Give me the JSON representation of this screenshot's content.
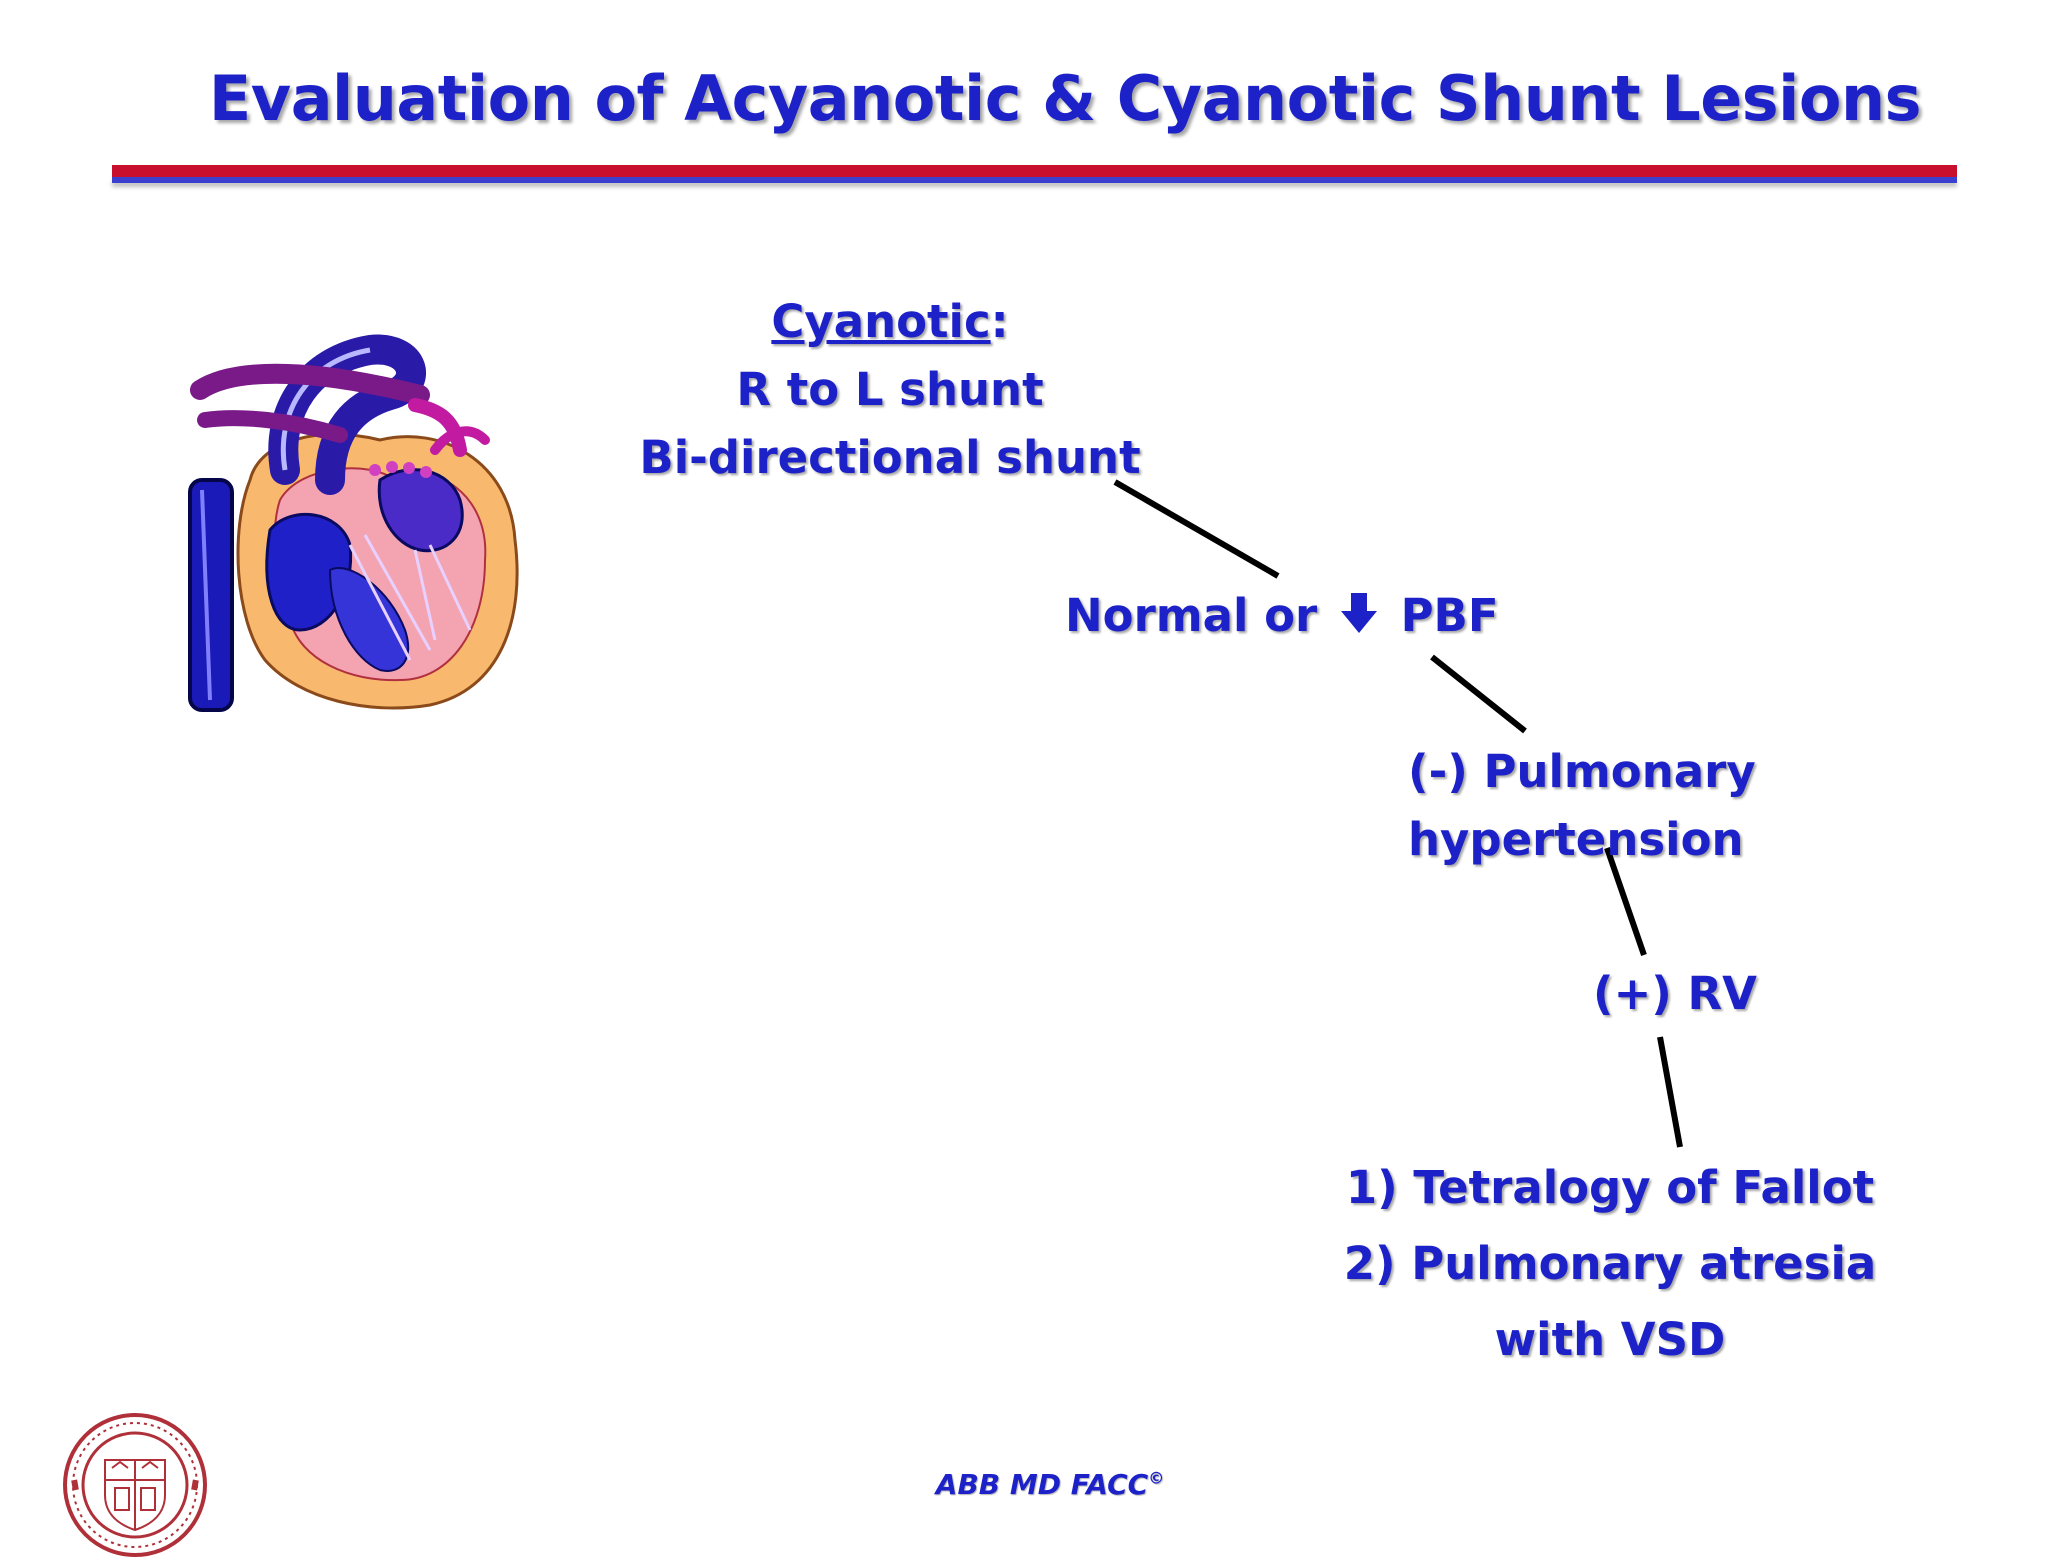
{
  "title": "Evaluation of Acyanotic & Cyanotic Shunt Lesions",
  "nodes": {
    "cyanotic": {
      "heading": "Cyanotic",
      "colon": ":",
      "line1": "R to L shunt",
      "line2": "Bi-directional shunt"
    },
    "pbf": {
      "prefix": "Normal or",
      "suffix": "PBF"
    },
    "pulm_htn": {
      "line1": "(-) Pulmonary",
      "line2": "hypertension"
    },
    "rv": {
      "label": "(+) RV"
    },
    "diagnoses": {
      "line1": "1) Tetralogy of Fallot",
      "line2": "2) Pulmonary atresia",
      "line3": "with VSD"
    }
  },
  "footer": {
    "text": "ABB MD FACC",
    "mark": "©"
  },
  "colors": {
    "text_blue": "#1d22c8",
    "rule_red": "#c8102e",
    "rule_blue": "#3a3fcf"
  },
  "icons": [
    "heart-illustration",
    "down-arrow-icon",
    "university-seal"
  ]
}
